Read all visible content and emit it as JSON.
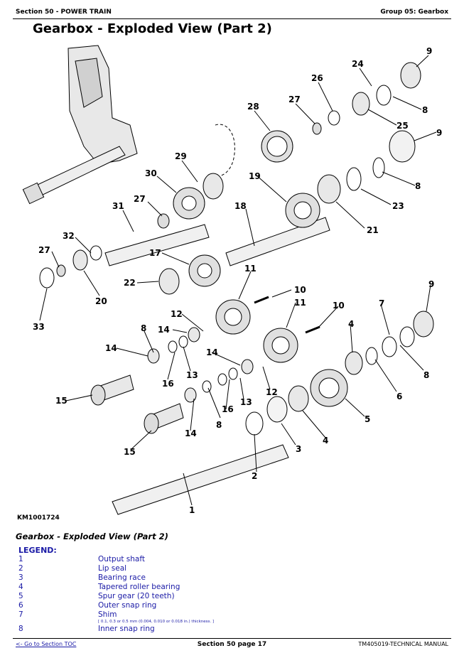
{
  "header": {
    "section": "Section 50 - POWER TRAIN",
    "group": "Group 05: Gearbox"
  },
  "title": "Gearbox - Exploded View (Part 2)",
  "figure": {
    "id": "KM1001724",
    "callouts": [
      "9",
      "24",
      "26",
      "27",
      "28",
      "8",
      "25",
      "29",
      "30",
      "27",
      "31",
      "19",
      "18",
      "9",
      "8",
      "23",
      "21",
      "32",
      "27",
      "17",
      "22",
      "20",
      "33",
      "11",
      "10",
      "12",
      "8",
      "14",
      "11",
      "10",
      "7",
      "9",
      "14",
      "16",
      "13",
      "14",
      "12",
      "4",
      "8",
      "6",
      "15",
      "16",
      "13",
      "5",
      "14",
      "8",
      "15",
      "3",
      "4",
      "2",
      "1"
    ]
  },
  "caption": "Gearbox - Exploded View (Part 2)",
  "legend": {
    "title": "LEGEND:",
    "items": [
      {
        "num": "1",
        "label": "Output shaft"
      },
      {
        "num": "2",
        "label": "Lip seal"
      },
      {
        "num": "3",
        "label": "Bearing race"
      },
      {
        "num": "4",
        "label": "Tapered roller bearing"
      },
      {
        "num": "5",
        "label": "Spur gear (20 teeth)"
      },
      {
        "num": "6",
        "label": "Outer snap ring"
      },
      {
        "num": "7",
        "label": "Shim",
        "note": "[ 0.1, 0.3 or 0.5 mm (0.004, 0.010 or 0.018 in.) thickness. ]"
      },
      {
        "num": "8",
        "label": "Inner snap ring"
      }
    ]
  },
  "footer": {
    "toc_link": "<- Go to Section TOC",
    "page": "Section 50 page 17",
    "manual": "TM405019-TECHNICAL MANUAL"
  }
}
